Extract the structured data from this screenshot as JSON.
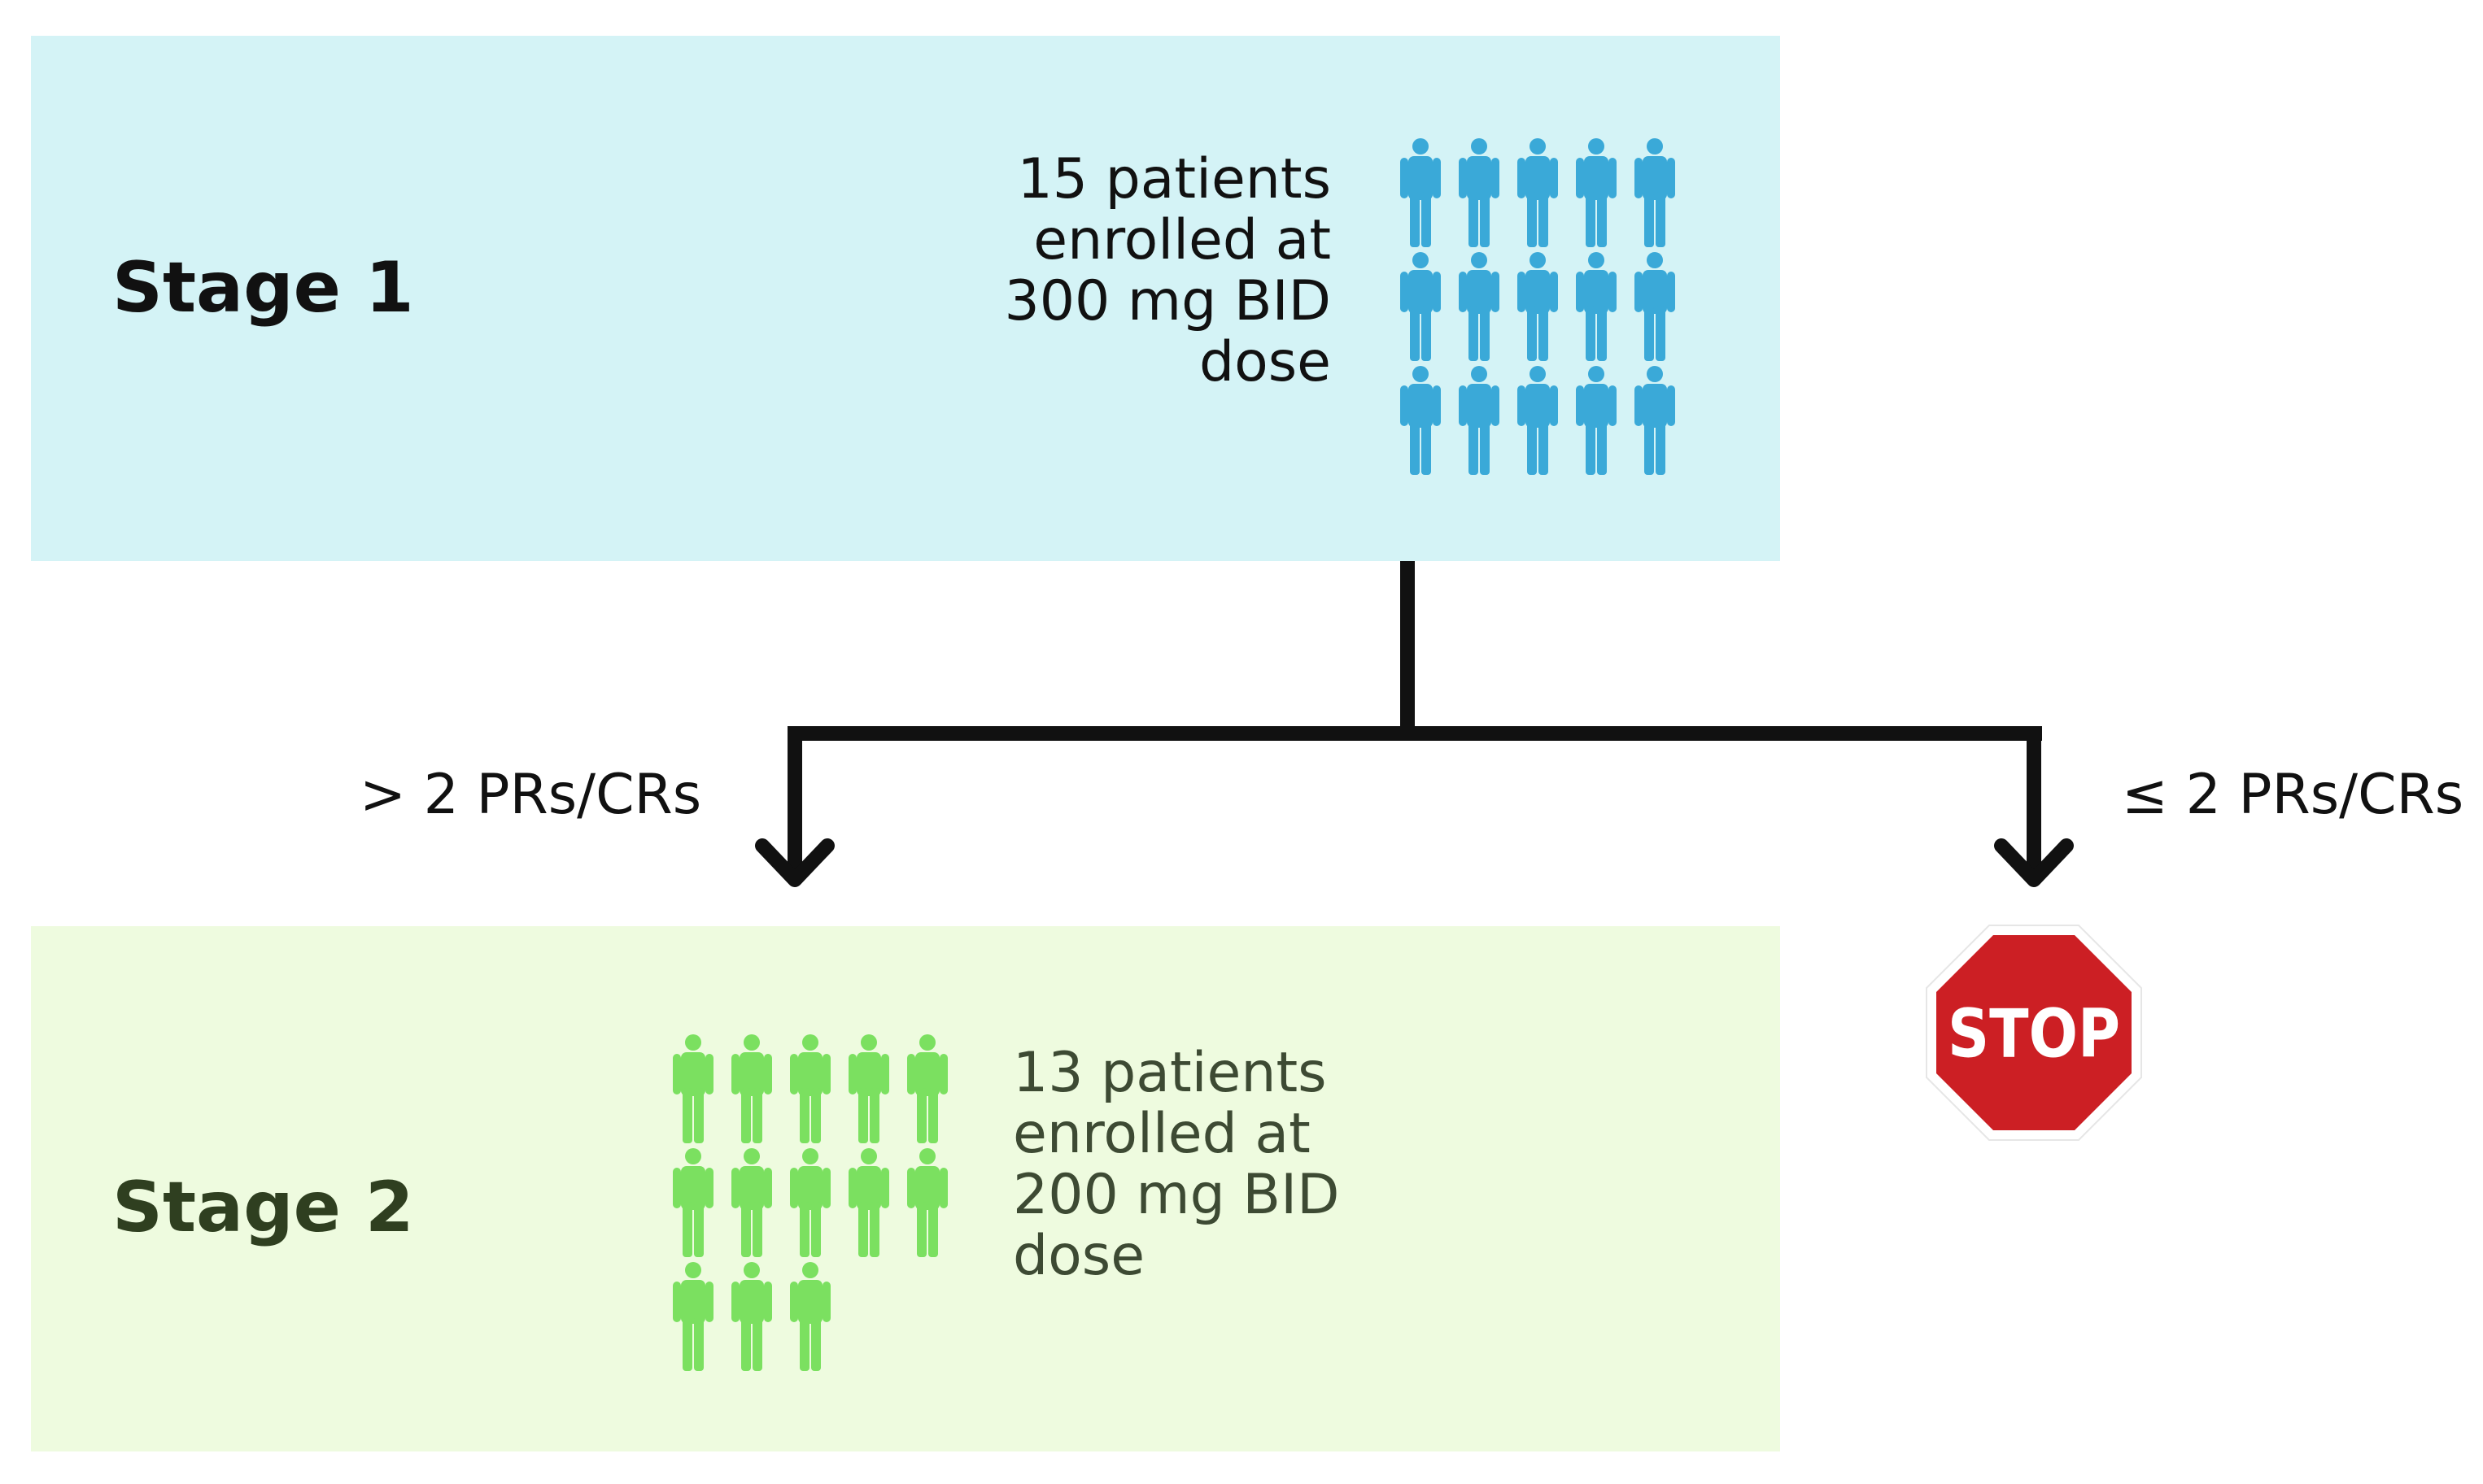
{
  "stage1": {
    "label": "Stage 1",
    "lines": [
      "15 patients",
      "enrolled at",
      "300 mg BID",
      "dose"
    ],
    "patient_count": 15,
    "icon": "person-icon",
    "color": "#3aa9d8",
    "background": "#d4f3f6"
  },
  "stage2": {
    "label": "Stage 2",
    "lines": [
      "13 patients",
      "enrolled at",
      "200 mg BID",
      "dose"
    ],
    "patient_count": 13,
    "icon": "person-icon",
    "color": "#7be060",
    "background": "#eefbdf"
  },
  "branches": {
    "left_label": "> 2 PRs/CRs",
    "right_label": "≤ 2 PRs/CRs"
  },
  "stop_sign": {
    "text": "STOP",
    "icon": "stop-sign-icon",
    "color": "#cc1f24"
  }
}
